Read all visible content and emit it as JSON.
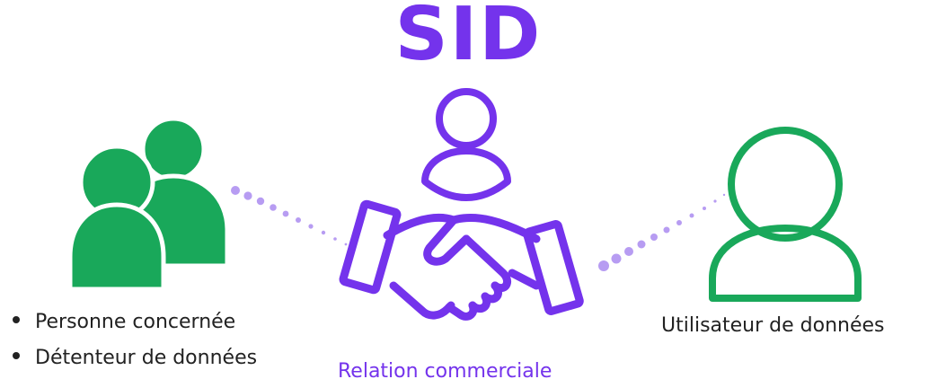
{
  "title": "SID",
  "left_entity": {
    "icon": "group-people-icon",
    "items": [
      "Personne concernée",
      "Détenteur de données"
    ]
  },
  "center_entity": {
    "icons": [
      "person-outline-icon",
      "handshake-icon"
    ],
    "label": "Relation commerciale"
  },
  "right_entity": {
    "icon": "person-outline-icon",
    "label": "Utilisateur de données"
  },
  "colors": {
    "accent": "#7433ec",
    "green": "#19a85a",
    "dots": "#b79cf2",
    "text": "#222222"
  }
}
